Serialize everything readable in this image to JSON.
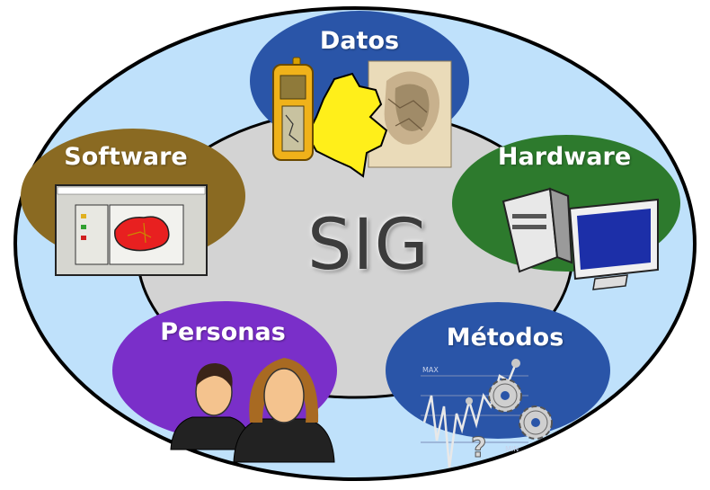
{
  "center": {
    "title": "SIG"
  },
  "nodes": {
    "datos": {
      "label": "Datos",
      "color": "#2a55a8"
    },
    "hardware": {
      "label": "Hardware",
      "color": "#2d7a2d"
    },
    "metodos": {
      "label": "Métodos",
      "color": "#2a55a8"
    },
    "personas": {
      "label": "Personas",
      "color": "#7a2fc9"
    },
    "software": {
      "label": "Software",
      "color": "#8a6a22"
    }
  },
  "metodos_chart": {
    "max_label": "MAX",
    "min_label": "MIN",
    "question_mark": "?"
  },
  "colors": {
    "outer_fill": "#bfe1fb",
    "inner_fill": "#d3d3d3",
    "outline": "#000000"
  }
}
